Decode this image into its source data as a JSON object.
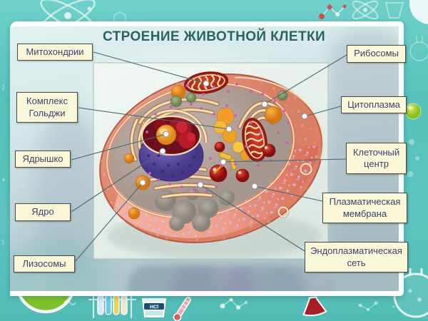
{
  "title": "СТРОЕНИЕ ЖИВОТНОЙ КЛЕТКИ",
  "labels": {
    "mitochondria": "Митохондрии",
    "golgi": "Комплекс Гольджи",
    "nucleolus": "Ядрышко",
    "nucleus": "Ядро",
    "lysosomes": "Лизосомы",
    "ribosomes": "Рибосомы",
    "cytoplasm": "Цитоплазма",
    "cell_center": "Клеточный центр",
    "plasma_membrane": "Плазматическая мембрана",
    "endoplasmic_reticulum": "Эндоплазматическая сеть"
  },
  "decor": {
    "beaker_text": "HCl",
    "frame_icons": [
      "atom-icon",
      "molecule-icon",
      "petri-dish-icon",
      "test-tubes-icon",
      "beaker-icon",
      "thermometer-icon",
      "erlenmeyer-flask-icon",
      "round-flask-icon",
      "hexagon-icon"
    ]
  },
  "colors": {
    "frame_teal": "#5cc4be",
    "slide_top": "#e2f1f1",
    "slide_bottom": "#abc3c7",
    "label_box_bg": "#faf7d8",
    "label_box_border": "#4a4a48",
    "label_text": "#3e3e6d",
    "title_color": "#2a6461",
    "callout_line": "#4a6872",
    "cell_salmon": "#e08a70",
    "cell_cut_face": "#f3a793",
    "cytoplasm_gray": "#b4a59c",
    "nucleus_purple": "#5a4aa5",
    "nucleoplasm_red": "#8c1220",
    "nucleolus_orange": "#f0a430",
    "mitochondria_red": "#c33726",
    "membrane_cream": "#f3e3bd",
    "lysosome_orange": "#e8901e",
    "vesicle_red": "#c01818",
    "petri_green": "#7ec22a"
  }
}
